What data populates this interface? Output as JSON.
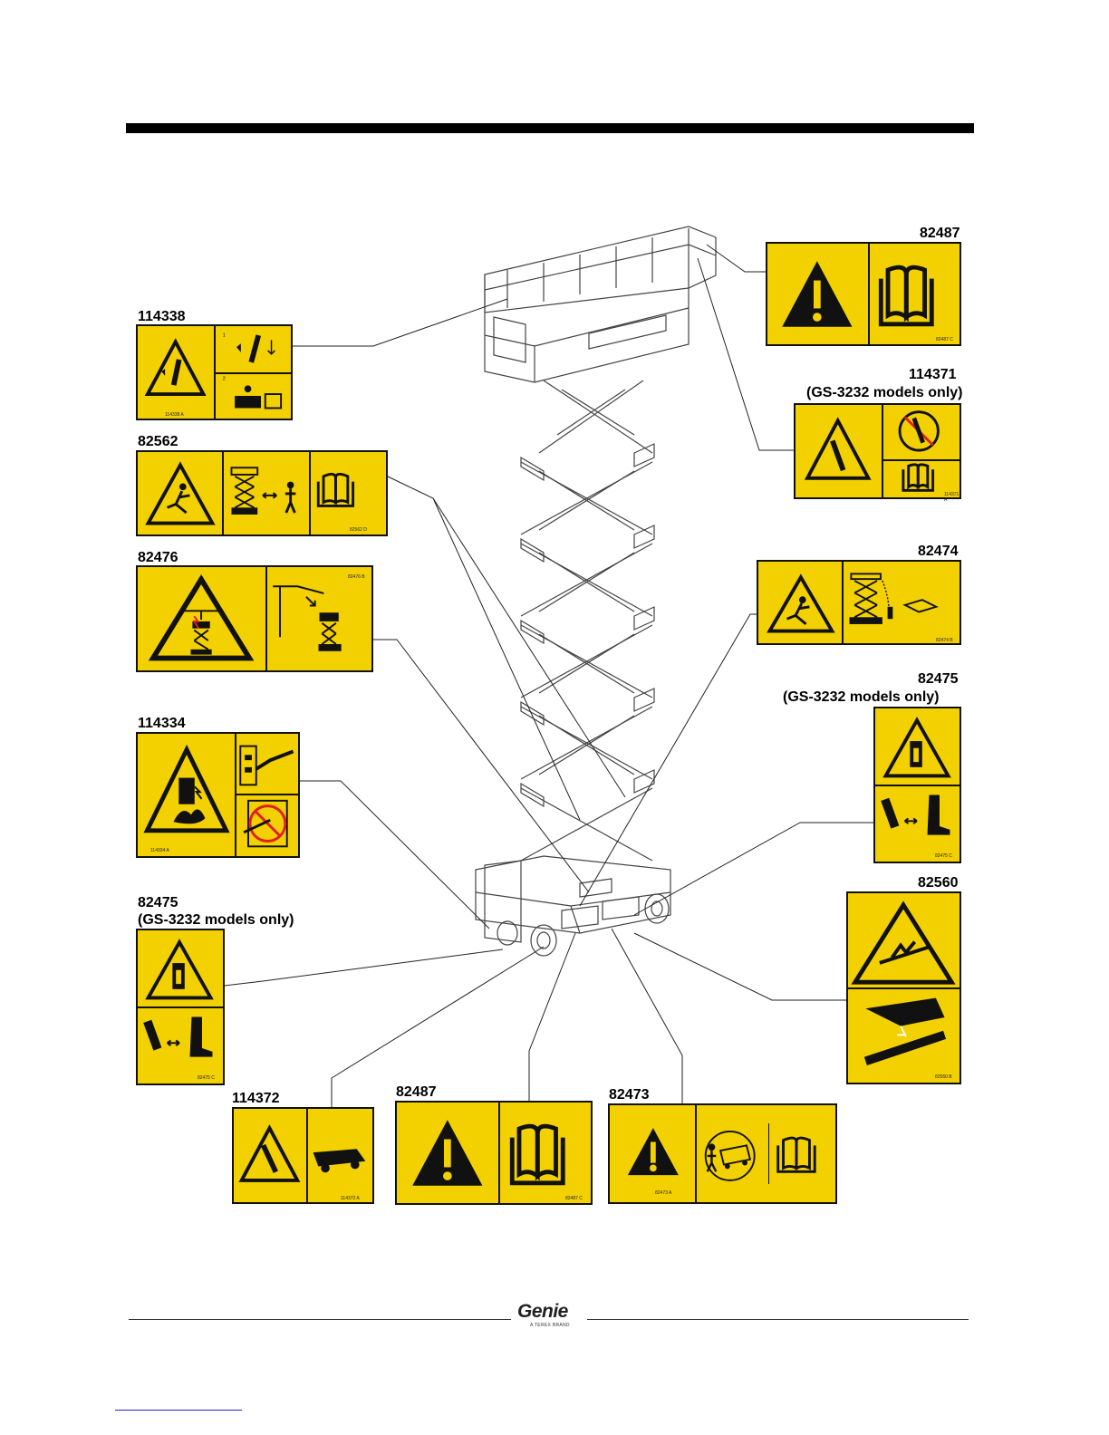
{
  "labels": {
    "d82487_top": "82487",
    "d114338": "114338",
    "d114371": "114371",
    "d114371_note": "(GS-3232 models only)",
    "d82562": "82562",
    "d82476": "82476",
    "d82474": "82474",
    "d82475_right": "82475",
    "d82475_right_note": "(GS-3232 models only)",
    "d114334": "114334",
    "d82560": "82560",
    "d82475_left": "82475",
    "d82475_left_note": "(GS-3232 models only)",
    "d114372": "114372",
    "d82487_bottom": "82487",
    "d82473": "82473"
  },
  "decal_codes": {
    "c82487_top": "82487  C",
    "c114338": "114338  A",
    "c114371": "114371  A",
    "c82562": "82562  D",
    "c82476": "82476  B",
    "c82474": "82474  B",
    "c82475_right": "82475  C",
    "c114334": "114334  A",
    "c82560": "82560  B",
    "c82475_left": "82475  C",
    "c114372": "114372  A",
    "c82487_bottom": "82487  C",
    "c82473": "82473  A"
  },
  "step_numbers": {
    "one": "1",
    "two": "2"
  },
  "footer": {
    "logo_text": "Genie",
    "logo_tagline": "A TEREX BRAND"
  },
  "colors": {
    "decal_yellow": "#f3d000",
    "ink": "#111111",
    "prohibition_red": "#e02020"
  }
}
